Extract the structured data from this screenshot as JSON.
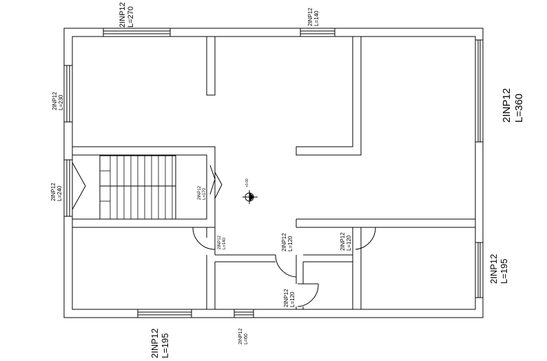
{
  "plan": {
    "labels": {
      "top_left": {
        "line1": "2INP12",
        "line2": "L=270"
      },
      "top_center": {
        "line1": "2INP12",
        "line2": "L=140"
      },
      "left_upper": {
        "line1": "2INP12",
        "line2": "L=230"
      },
      "right_upper": {
        "line1": "2INP12",
        "line2": "L=360"
      },
      "left_stair": {
        "line1": "2INP12",
        "line2": "L=240"
      },
      "stair_inner": {
        "line1": "2INP12",
        "line2": "L=170"
      },
      "hall_door": {
        "line1": "2INP12",
        "line2": "L=140"
      },
      "center_door": {
        "line1": "2INP12",
        "line2": "L=120"
      },
      "right_door": {
        "line1": "2INP12",
        "line2": "L=120"
      },
      "bath_door": {
        "line1": "2INP12",
        "line2": "L=120"
      },
      "right_lower": {
        "line1": "2INP12",
        "line2": "L=195"
      },
      "bottom_left": {
        "line1": "2INP12",
        "line2": "L=195"
      },
      "bottom_center": {
        "line1": "2INP12",
        "line2": "L=60"
      },
      "level_mark": "+0.00"
    }
  }
}
